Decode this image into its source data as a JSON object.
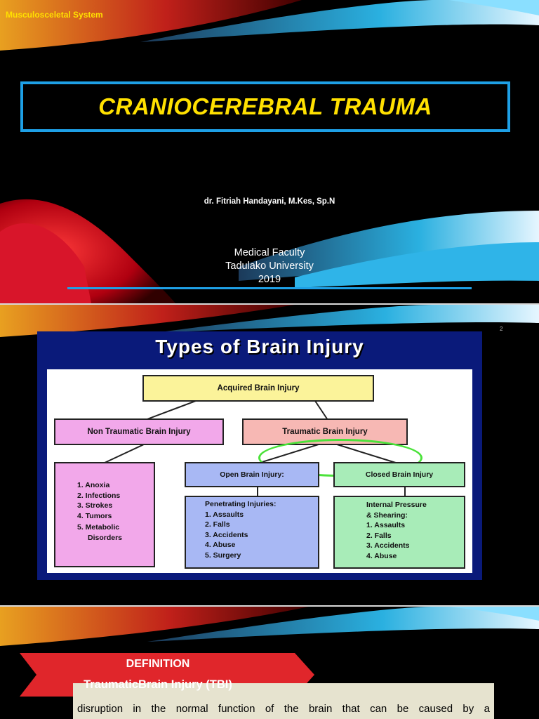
{
  "slide1": {
    "section_label": "Musculosceletal System",
    "title": "CRANIOCEREBRAL TRAUMA",
    "author": "dr. Fitriah Handayani, M.Kes, Sp.N",
    "affiliation": [
      "Medical Faculty",
      "Tadulako University",
      "2019"
    ]
  },
  "slide2": {
    "page_number": "2",
    "diagram_title": "Types of Brain Injury",
    "root": "Acquired Brain Injury",
    "non_traumatic": {
      "label": "Non Traumatic Brain Injury",
      "items": [
        "1. Anoxia",
        "2. Infections",
        "3. Strokes",
        "4. Tumors",
        "5. Metabolic",
        "Disorders"
      ]
    },
    "traumatic": {
      "label": "Traumatic Brain Injury"
    },
    "open": {
      "label": "Open Brain Injury:",
      "items": [
        "Penetrating Injuries:",
        "1. Assaults",
        "2. Falls",
        "3. Accidents",
        "4. Abuse",
        "5. Surgery"
      ]
    },
    "closed": {
      "label": "Closed Brain Injury",
      "items": [
        "Internal Pressure",
        "& Shearing:",
        "1. Assaults",
        "2. Falls",
        "3. Accidents",
        "4. Abuse"
      ]
    }
  },
  "slide3": {
    "heading": "DEFINITION",
    "subheading": "TraumaticBrain Injury (TBI)",
    "body": "disruption in the normal function of the brain that can be caused by a"
  },
  "colors": {
    "background": "#000000",
    "accent_blue": "#1ea0e6",
    "title_yellow": "#ffe000",
    "banner_red": "#e0262b",
    "highlight_green": "#4be23a"
  }
}
